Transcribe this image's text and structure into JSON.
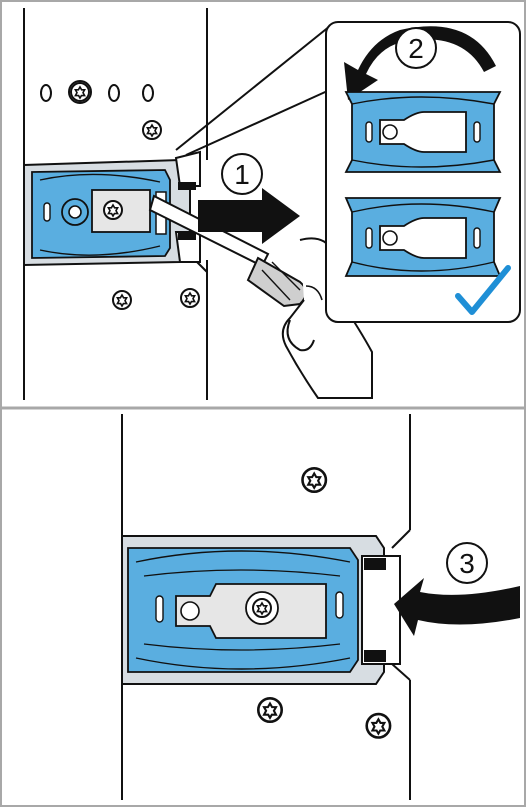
{
  "steps": {
    "step1": "1",
    "step2": "2",
    "step3": "3"
  },
  "colors": {
    "frame": "#a8a8a8",
    "bracket_blue": "#5aaee0",
    "bracket_blue_dark": "#3f96cc",
    "plate_grey": "#d7dde2",
    "screwdriver_grey": "#cfcfcf",
    "check_blue": "#1f8fd6",
    "line": "#111111"
  },
  "icons": {
    "screw": "torx-screw-icon",
    "arrow_pull": "pull-arrow-icon",
    "arrow_rotate": "rotate-arrow-icon",
    "arrow_push": "push-arrow-icon",
    "check": "checkmark-icon",
    "hand": "hand-icon",
    "screwdriver": "screwdriver-icon"
  }
}
